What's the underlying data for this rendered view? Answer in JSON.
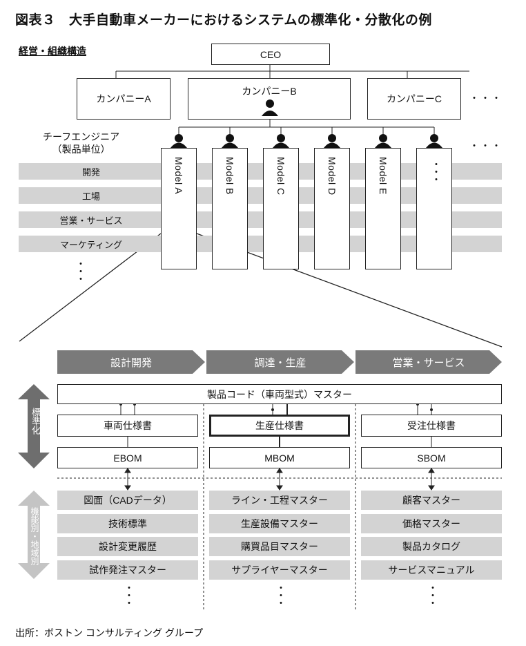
{
  "title": "図表３　大手自動車メーカーにおけるシステムの標準化・分散化の例",
  "org_label": "経営・組織構造",
  "ceo": "CEO",
  "companies": [
    "カンパニーA",
    "カンパニーB",
    "カンパニーC"
  ],
  "ellipsis_h": "・・・",
  "chief_engineer": [
    "チーフエンジニア",
    "（製品単位）"
  ],
  "functions": [
    "開発",
    "工場",
    "営業・サービス",
    "マーケティング"
  ],
  "models": [
    "Model A",
    "Model B",
    "Model C",
    "Model D",
    "Model E"
  ],
  "phases": [
    "設計開発",
    "調達・生産",
    "営業・サービス"
  ],
  "product_master": "製品コード（車両型式）マスター",
  "specs": [
    "車両仕様書",
    "生産仕様書",
    "受注仕様書"
  ],
  "boms": [
    "EBOM",
    "MBOM",
    "SBOM"
  ],
  "standardization": "標準化",
  "distributed": "機能別・地域別",
  "masters": [
    [
      "図面（CADデータ）",
      "技術標準",
      "設計変更履歴",
      "試作発注マスター"
    ],
    [
      "ライン・工程マスター",
      "生産設備マスター",
      "購買品目マスター",
      "サプライヤーマスター"
    ],
    [
      "顧客マスター",
      "価格マスター",
      "製品カタログ",
      "サービスマニュアル"
    ]
  ],
  "source": "出所：ボストン コンサルティング グループ"
}
